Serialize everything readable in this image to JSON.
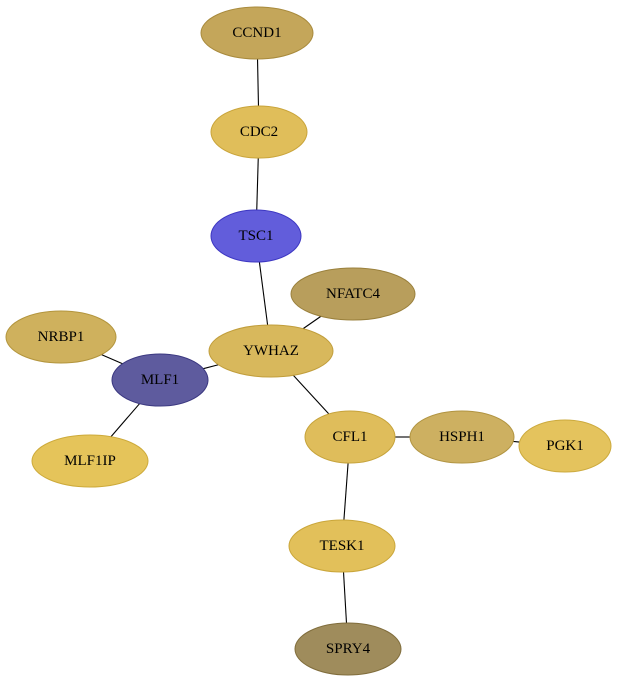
{
  "graph": {
    "nodes": [
      {
        "id": "CCND1",
        "label": "CCND1",
        "fill": "#c4a65a",
        "stroke": "#a88a3c"
      },
      {
        "id": "CDC2",
        "label": "CDC2",
        "fill": "#e0be5a",
        "stroke": "#c9a43a"
      },
      {
        "id": "TSC1",
        "label": "TSC1",
        "fill": "#625ddb",
        "stroke": "#3d37c2"
      },
      {
        "id": "NFATC4",
        "label": "NFATC4",
        "fill": "#b89e5c",
        "stroke": "#9a803c"
      },
      {
        "id": "YWHAZ",
        "label": "YWHAZ",
        "fill": "#d8b85c",
        "stroke": "#c19e3c"
      },
      {
        "id": "NRBP1",
        "label": "NRBP1",
        "fill": "#cfb15d",
        "stroke": "#b3953d"
      },
      {
        "id": "MLF1",
        "label": "MLF1",
        "fill": "#5e5b9e",
        "stroke": "#3b3880"
      },
      {
        "id": "MLF1IP",
        "label": "MLF1IP",
        "fill": "#e5c45a",
        "stroke": "#cdaa3a"
      },
      {
        "id": "CFL1",
        "label": "CFL1",
        "fill": "#dfbd5b",
        "stroke": "#c6a33b"
      },
      {
        "id": "HSPH1",
        "label": "HSPH1",
        "fill": "#cdb061",
        "stroke": "#b19441"
      },
      {
        "id": "PGK1",
        "label": "PGK1",
        "fill": "#e4c35d",
        "stroke": "#ccaa3d"
      },
      {
        "id": "TESK1",
        "label": "TESK1",
        "fill": "#e2c05a",
        "stroke": "#caa63a"
      },
      {
        "id": "SPRY4",
        "label": "SPRY4",
        "fill": "#9f8c5c",
        "stroke": "#806d3c"
      }
    ],
    "edges": [
      {
        "from": "CCND1",
        "to": "CDC2"
      },
      {
        "from": "CDC2",
        "to": "TSC1"
      },
      {
        "from": "TSC1",
        "to": "YWHAZ"
      },
      {
        "from": "NFATC4",
        "to": "YWHAZ"
      },
      {
        "from": "YWHAZ",
        "to": "MLF1"
      },
      {
        "from": "NRBP1",
        "to": "MLF1"
      },
      {
        "from": "MLF1",
        "to": "MLF1IP"
      },
      {
        "from": "YWHAZ",
        "to": "CFL1"
      },
      {
        "from": "CFL1",
        "to": "HSPH1"
      },
      {
        "from": "HSPH1",
        "to": "PGK1"
      },
      {
        "from": "CFL1",
        "to": "TESK1"
      },
      {
        "from": "TESK1",
        "to": "SPRY4"
      }
    ]
  }
}
